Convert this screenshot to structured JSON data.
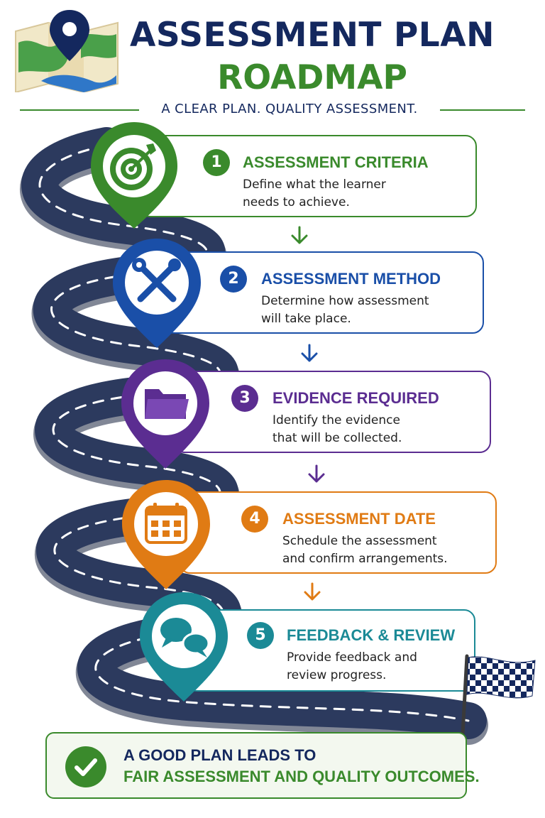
{
  "header": {
    "title_line1": "ASSESSMENT PLAN",
    "title_line2": "ROADMAP",
    "tagline": "A CLEAR PLAN. QUALITY ASSESSMENT."
  },
  "colors": {
    "navy": "#14285e",
    "green": "#3a8a2c",
    "blue": "#1a4fa8",
    "purple": "#5b2d91",
    "orange": "#e07b14",
    "teal": "#1b8a96",
    "road": "#2c3a5e"
  },
  "steps": [
    {
      "number": "1",
      "title": "ASSESSMENT CRITERIA",
      "desc_line1": "Define what the learner",
      "desc_line2": "needs to achieve.",
      "icon": "target-icon"
    },
    {
      "number": "2",
      "title": "ASSESSMENT METHOD",
      "desc_line1": "Determine how assessment",
      "desc_line2": "will take place.",
      "icon": "tools-icon"
    },
    {
      "number": "3",
      "title": "EVIDENCE REQUIRED",
      "desc_line1": "Identify the evidence",
      "desc_line2": "that will be collected.",
      "icon": "folder-icon"
    },
    {
      "number": "4",
      "title": "ASSESSMENT DATE",
      "desc_line1": "Schedule the assessment",
      "desc_line2": "and confirm arrangements.",
      "icon": "calendar-icon"
    },
    {
      "number": "5",
      "title": "FEEDBACK & REVIEW",
      "desc_line1": "Provide feedback and",
      "desc_line2": "review progress.",
      "icon": "chat-bubbles-icon"
    }
  ],
  "footer": {
    "line1": "A GOOD PLAN LEADS TO",
    "line2": "FAIR ASSESSMENT AND QUALITY OUTCOMES."
  }
}
